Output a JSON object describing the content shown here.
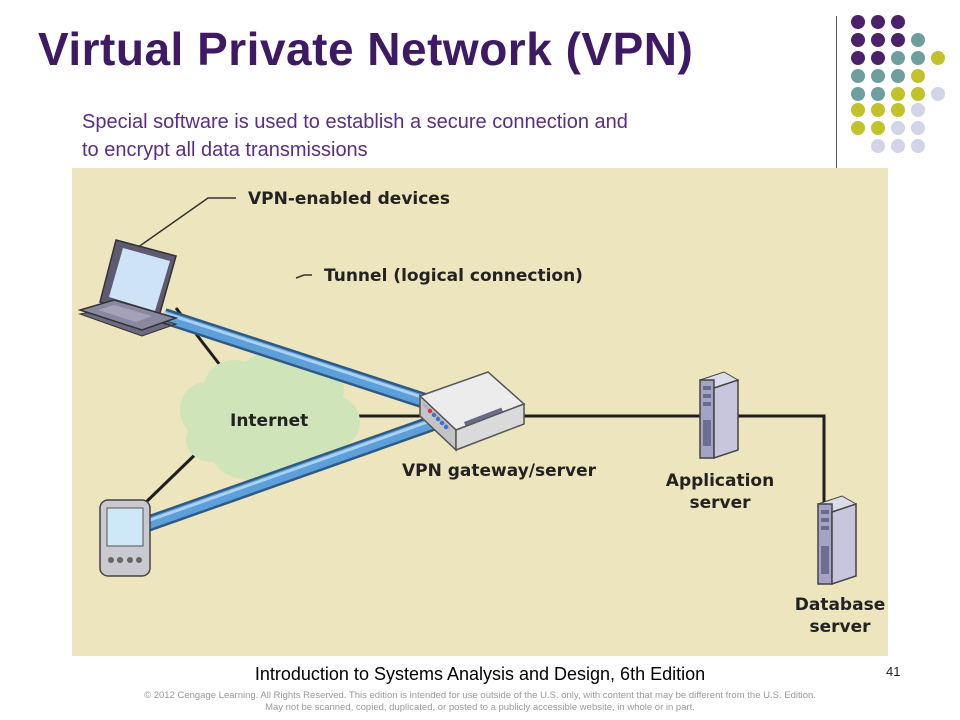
{
  "slide": {
    "title": "Virtual Private Network (VPN)",
    "subtitle_line1": "Special software is used to establish a secure connection and",
    "subtitle_line2": "to encrypt all data transmissions",
    "page_number": "41",
    "footer": "Introduction to Systems Analysis and Design, 6th Edition",
    "copyright_line1": "© 2012 Cengage Learning. All Rights Reserved. This edition is intended for use outside of the U.S. only, with content that may be different from the U.S. Edition.",
    "copyright_line2": "May not be scanned, copied, duplicated, or posted to a publicly accessible website, in whole or in part."
  },
  "diagram": {
    "labels": {
      "vpn_devices": "VPN-enabled devices",
      "tunnel": "Tunnel (logical connection)",
      "internet": "Internet",
      "gateway": "VPN gateway/server",
      "app_server_line1": "Application",
      "app_server_line2": "server",
      "db_server_line1": "Database",
      "db_server_line2": "server"
    },
    "icons": [
      "laptop-icon",
      "pda-icon",
      "cloud-icon",
      "gateway-icon",
      "server-tower-icon",
      "server-tower-icon"
    ]
  },
  "colors": {
    "title": "#3d1a63",
    "subtitle": "#5a2d86",
    "figure_background": "#ede5bd",
    "tunnel": "#5d9fd9",
    "accent_purple": "#4b2169",
    "accent_teal": "#6f9e9e",
    "accent_olive": "#c2c22b",
    "accent_lavender": "#d4d4e8"
  }
}
